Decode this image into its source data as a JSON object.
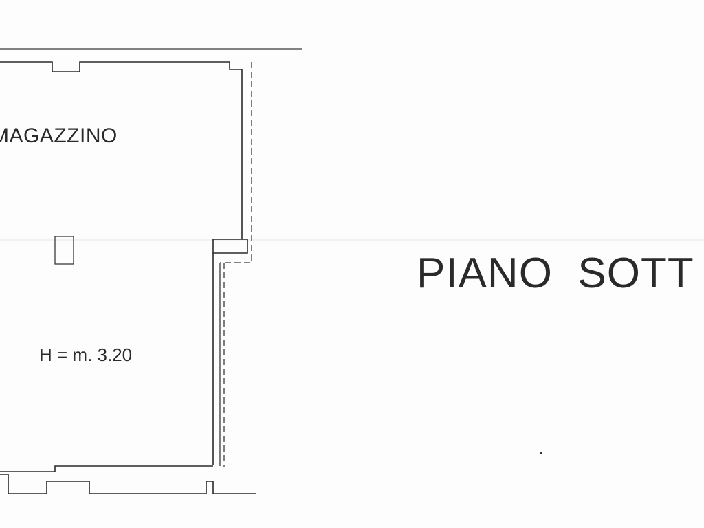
{
  "labels": {
    "room_name": "MAGAZZINO",
    "ceiling_height": "H = m. 3.20",
    "floor_title": "PIANO  SOTT"
  },
  "colors": {
    "line": "#2b2b2b",
    "text": "#2a2a2a",
    "paper": "#fdfdfd"
  }
}
